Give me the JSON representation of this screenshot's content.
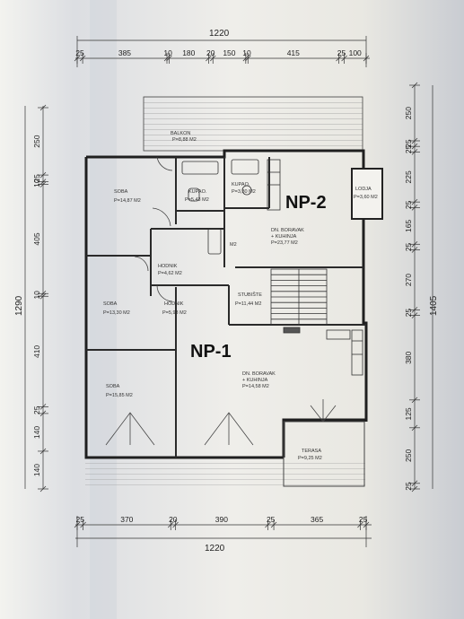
{
  "dimensions": {
    "top_total": "1220",
    "top_segments": [
      "25",
      "385",
      "10",
      "180",
      "20",
      "150",
      "10",
      "415",
      "25",
      "100"
    ],
    "bottom_total": "1220",
    "bottom_segments": [
      "25",
      "370",
      "20",
      "390",
      "25",
      "365",
      "25"
    ],
    "left_total": "1290",
    "left_segments": [
      "250",
      "25",
      "10",
      "405",
      "10",
      "410",
      "25",
      "140",
      "140"
    ],
    "right_total": "1405",
    "right_segments": [
      "250",
      "25",
      "25",
      "225",
      "25",
      "165",
      "25",
      "270",
      "25",
      "380",
      "125",
      "250",
      "25"
    ]
  },
  "levels": {
    "upper": "NP-2",
    "lower": "NP-1"
  },
  "rooms": {
    "balkon": {
      "name": "BALKON",
      "area": "P=8,88 M2"
    },
    "soba1": {
      "name": "SOBA",
      "area": "P=14,87 M2"
    },
    "kupaona1": {
      "name": "KUPAO.",
      "area": "P=5,43 M2"
    },
    "kupaona2": {
      "name": "KUPAO.",
      "area": "P=3,30 M2"
    },
    "lodja": {
      "name": "LODJA",
      "area": "P=3,60 M2"
    },
    "dnevni2": {
      "name": "DN. BORAVAK",
      "sub": "+ KUHINJA",
      "area": "P=23,77 M2"
    },
    "hodnik1": {
      "name": "HODNIK",
      "area": "P=4,62 M2"
    },
    "soba2": {
      "name": "SOBA",
      "area": "P=13,30 M2"
    },
    "hodnik2": {
      "name": "HODNIK",
      "area": "P=5,93 M2"
    },
    "stubiste": {
      "name": "STUBIŠTE",
      "area": "P=11,44 M2"
    },
    "dnevni1": {
      "name": "DN. BORAVAK",
      "sub": "+ KUHINJA",
      "area": "P=14,58 M2"
    },
    "soba3": {
      "name": "SOBA",
      "area": "P=15,85 M2"
    },
    "terasa": {
      "name": "TERASA",
      "area": "P=9,25 M2"
    },
    "small_area": {
      "name": "",
      "area": "M2"
    }
  },
  "colors": {
    "paper": "#f1f0ec",
    "ink": "#1a1a1a",
    "wall": "#2a2a2a"
  }
}
